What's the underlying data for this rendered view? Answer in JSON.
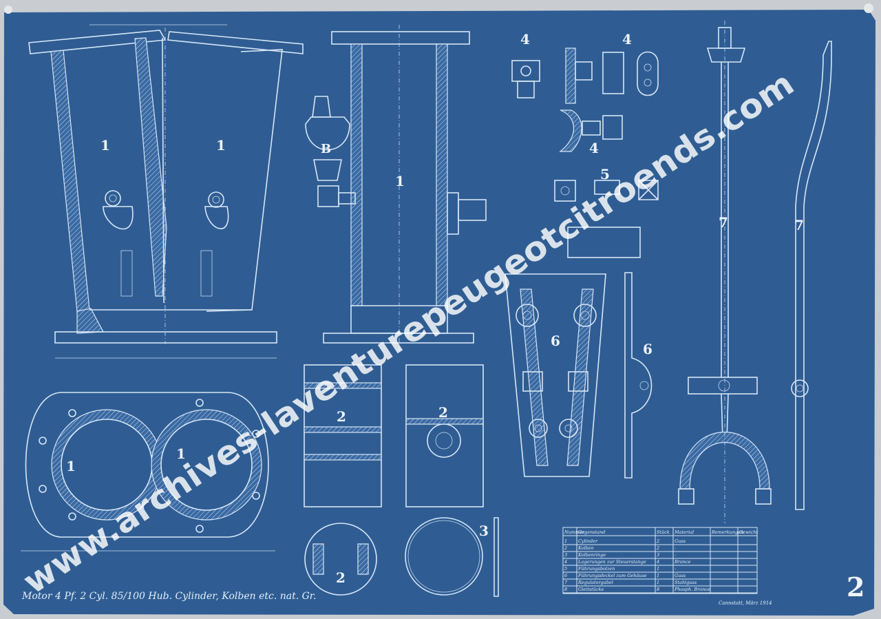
{
  "drawing": {
    "part_numbers": {
      "p1": "1",
      "p2": "2",
      "p3": "3",
      "p4": "4",
      "p5": "5",
      "p6": "6",
      "p7": "7",
      "pB": "B"
    },
    "title_line": "Motor 4 Pf. 2 Cyl. 85/100 Hub. Cylinder, Kolben etc. nat. Gr.",
    "sheet_number": "2",
    "signature": "Cannstatt, März 1914",
    "watermark": "www.archives-laventurepeugeotcitroends.com",
    "parts_table": {
      "headers": [
        "Nummer",
        "Gegenstand",
        "Stück",
        "Material",
        "Bemerkungen",
        "Gewicht"
      ],
      "rows": [
        [
          "1",
          "Cylinder",
          "2",
          "Guss",
          "",
          ""
        ],
        [
          "2",
          "Kolben",
          "2",
          "-",
          "",
          ""
        ],
        [
          "3",
          "Kolbenringe",
          "3",
          "-",
          "",
          ""
        ],
        [
          "4",
          "Lagerungen zur Steuerstange",
          "4",
          "Bronce",
          "",
          ""
        ],
        [
          "5",
          "Führungsbolzen",
          "1",
          "-",
          "",
          ""
        ],
        [
          "6",
          "Führungsdeckel zum Gehäuse",
          "1",
          "Guss",
          "",
          ""
        ],
        [
          "7",
          "Regulatorgabel",
          "1",
          "Stahlguss",
          "",
          ""
        ],
        [
          "8",
          "Gleitstücke",
          "8",
          "Phosph. Bronce",
          "",
          ""
        ]
      ]
    }
  }
}
